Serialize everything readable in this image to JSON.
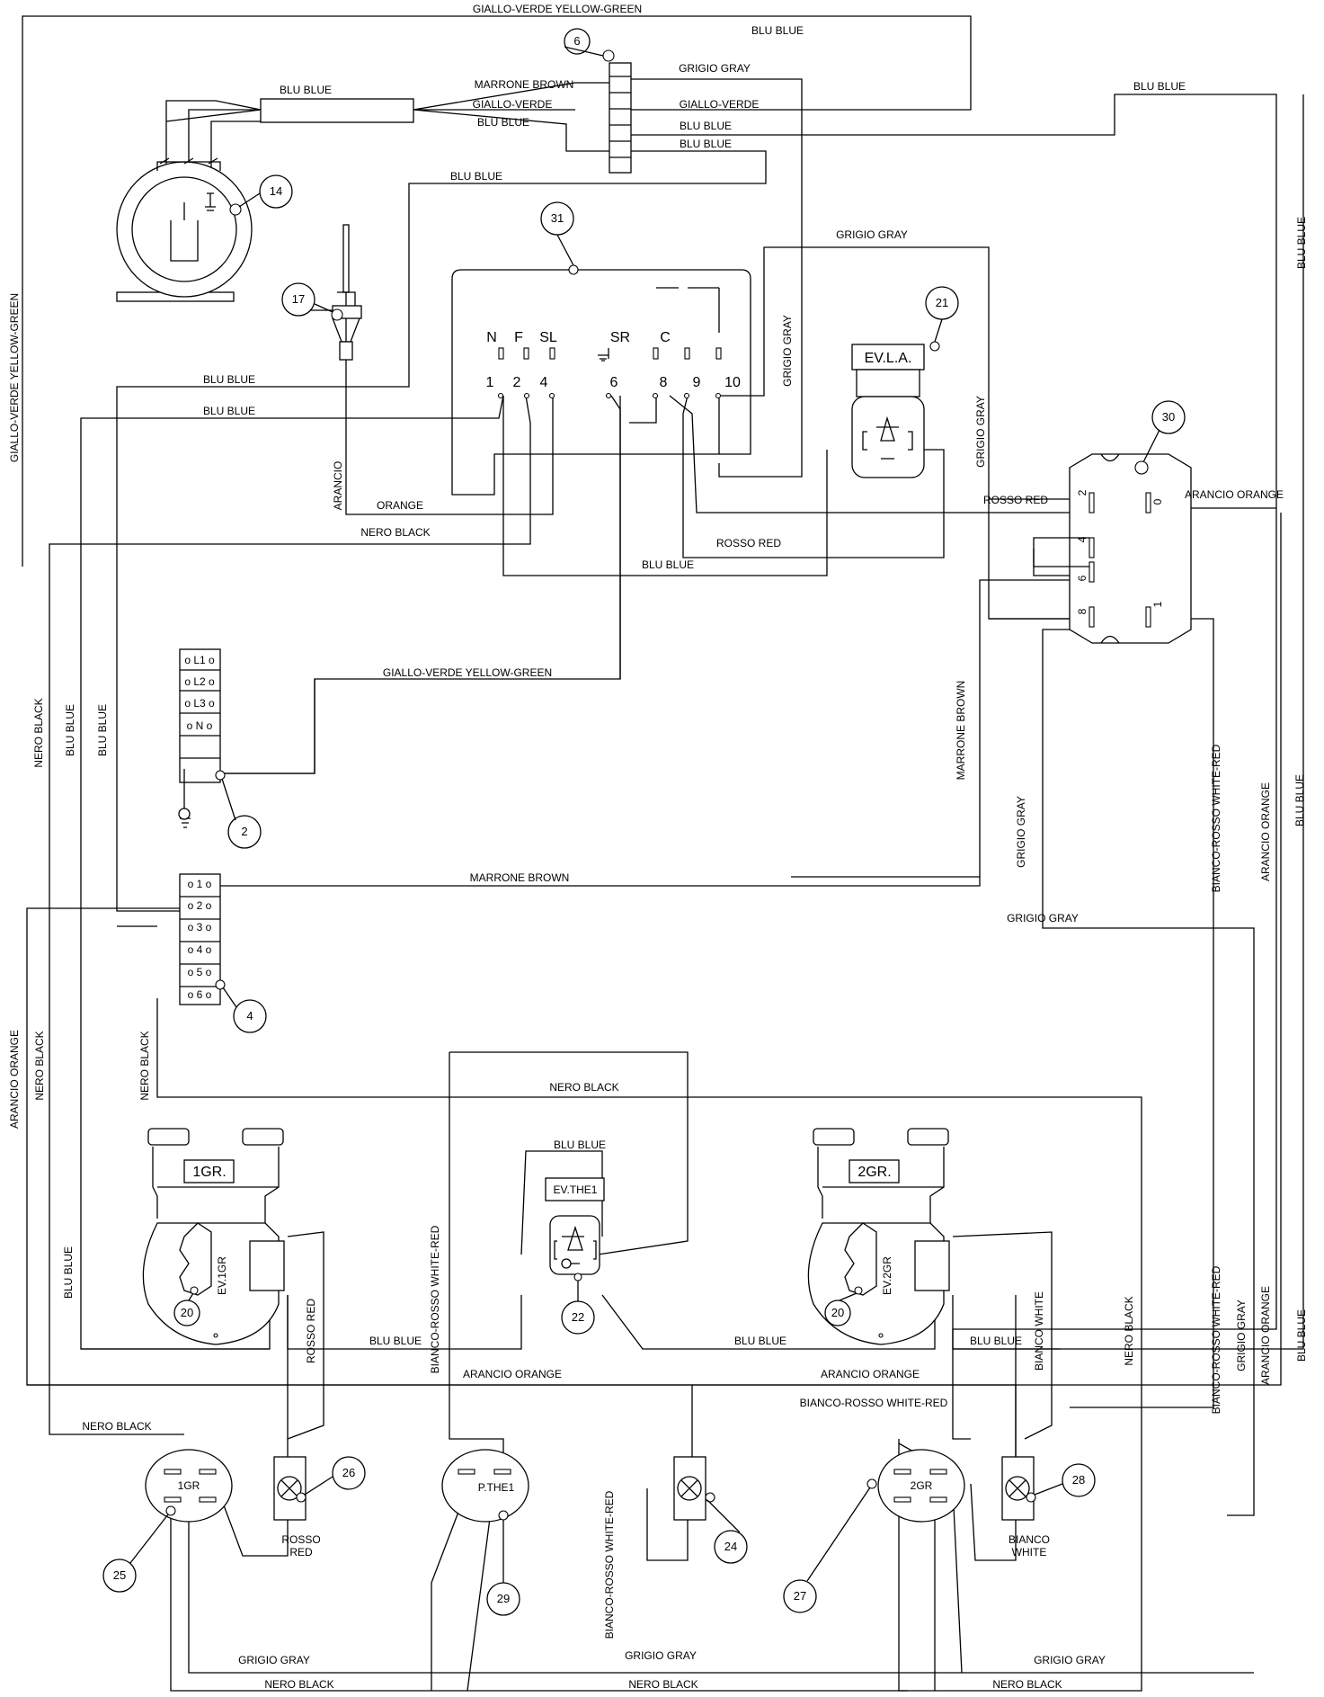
{
  "wire_labels": [
    {
      "id": "gv-top",
      "text": "GIALLO-VERDE YELLOW-GREEN"
    },
    {
      "id": "blu-top-right",
      "text": "BLU BLUE"
    },
    {
      "id": "blu-compressor",
      "text": "BLU BLUE"
    },
    {
      "id": "marrone-6",
      "text": "MARRONE BROWN"
    },
    {
      "id": "gv-6-left",
      "text": "GIALLO-VERDE"
    },
    {
      "id": "blu-6-left",
      "text": "BLU BLUE"
    },
    {
      "id": "grigio-6",
      "text": "GRIGIO GRAY"
    },
    {
      "id": "gv-6-right",
      "text": "GIALLO-VERDE"
    },
    {
      "id": "blu-6-right1",
      "text": "BLU BLUE"
    },
    {
      "id": "blu-6-right2",
      "text": "BLU BLUE"
    },
    {
      "id": "blu-far-right",
      "text": "BLU BLUE"
    },
    {
      "id": "blu-mid",
      "text": "BLU BLUE"
    },
    {
      "id": "grigio-top",
      "text": "GRIGIO GRAY"
    },
    {
      "id": "grigio-vert-31",
      "text": "GRIGIO GRAY"
    },
    {
      "id": "grigio-vert-21",
      "text": "GRIGIO GRAY"
    },
    {
      "id": "blu-right-vert-top",
      "text": "BLU BLUE"
    },
    {
      "id": "gv-left-vert",
      "text": "GIALLO-VERDE YELLOW-GREEN"
    },
    {
      "id": "blu-left1",
      "text": "BLU BLUE"
    },
    {
      "id": "blu-left2",
      "text": "BLU BLUE"
    },
    {
      "id": "arancio-17",
      "text": "ARANCIO"
    },
    {
      "id": "orange-17",
      "text": "ORANGE"
    },
    {
      "id": "nero-mid",
      "text": "NERO BLACK"
    },
    {
      "id": "rosso-30",
      "text": "ROSSO RED"
    },
    {
      "id": "arancio-30",
      "text": "ARANCIO ORANGE"
    },
    {
      "id": "rosso-21",
      "text": "ROSSO RED"
    },
    {
      "id": "blu-21",
      "text": "BLU BLUE"
    },
    {
      "id": "gv-2",
      "text": "GIALLO-VERDE YELLOW-GREEN"
    },
    {
      "id": "marrone-vert",
      "text": "MARRONE BROWN"
    },
    {
      "id": "nero-v1",
      "text": "NERO BLACK"
    },
    {
      "id": "blu-v2",
      "text": "BLU BLUE"
    },
    {
      "id": "blu-v3",
      "text": "BLU BLUE"
    },
    {
      "id": "grigio-v-30",
      "text": "GRIGIO GRAY"
    },
    {
      "id": "bianco-rosso-v",
      "text": "BIANCO-ROSSO WHITE-RED"
    },
    {
      "id": "arancio-v",
      "text": "ARANCIO ORANGE"
    },
    {
      "id": "blu-v-right",
      "text": "BLU BLUE"
    },
    {
      "id": "marrone-4",
      "text": "MARRONE BROWN"
    },
    {
      "id": "grigio-mid-right",
      "text": "GRIGIO GRAY"
    },
    {
      "id": "arancio-left-v",
      "text": "ARANCIO ORANGE"
    },
    {
      "id": "nero-left-v",
      "text": "NERO BLACK"
    },
    {
      "id": "nero-left-v2",
      "text": "NERO BLACK"
    },
    {
      "id": "nero-horiz",
      "text": "NERO BLACK"
    },
    {
      "id": "blu-the",
      "text": "BLU BLUE"
    },
    {
      "id": "bianco-rosso-the",
      "text": "BIANCO-ROSSO WHITE-RED"
    },
    {
      "id": "blu-left-low",
      "text": "BLU BLUE"
    },
    {
      "id": "rosso-1gr",
      "text": "ROSSO RED"
    },
    {
      "id": "bianco-2gr",
      "text": "BIANCO WHITE"
    },
    {
      "id": "nero-right-low",
      "text": "NERO BLACK"
    },
    {
      "id": "bianco-rosso-r2",
      "text": "BIANCO-ROSSO WHITE-RED"
    },
    {
      "id": "grigio-r2",
      "text": "GRIGIO GRAY"
    },
    {
      "id": "arancio-r2",
      "text": "ARANCIO ORANGE"
    },
    {
      "id": "blu-r2",
      "text": "BLU BLUE"
    },
    {
      "id": "blu-bottom1",
      "text": "BLU BLUE"
    },
    {
      "id": "blu-bottom2",
      "text": "BLU BLUE"
    },
    {
      "id": "blu-bottom3",
      "text": "BLU BLUE"
    },
    {
      "id": "arancio-bottom1",
      "text": "ARANCIO ORANGE"
    },
    {
      "id": "arancio-bottom2",
      "text": "ARANCIO ORANGE"
    },
    {
      "id": "bianco-rosso-bottom",
      "text": "BIANCO-ROSSO WHITE-RED"
    },
    {
      "id": "nero-1gr",
      "text": "NERO BLACK"
    },
    {
      "id": "bianco-rosso-24",
      "text": "BIANCO-ROSSO WHITE-RED"
    },
    {
      "id": "rosso-red-26a",
      "text": "ROSSO"
    },
    {
      "id": "rosso-red-26b",
      "text": "RED"
    },
    {
      "id": "bianco-28a",
      "text": "BIANCO"
    },
    {
      "id": "bianco-28b",
      "text": "WHITE"
    },
    {
      "id": "grigio-b1",
      "text": "GRIGIO GRAY"
    },
    {
      "id": "grigio-b2",
      "text": "GRIGIO GRAY"
    },
    {
      "id": "grigio-b3",
      "text": "GRIGIO GRAY"
    },
    {
      "id": "nero-b1",
      "text": "NERO BLACK"
    },
    {
      "id": "nero-b2",
      "text": "NERO BLACK"
    },
    {
      "id": "nero-b3",
      "text": "NERO BLACK"
    }
  ],
  "callouts": [
    "2",
    "4",
    "6",
    "14",
    "17",
    "20",
    "20",
    "21",
    "22",
    "24",
    "25",
    "26",
    "27",
    "28",
    "29",
    "30",
    "31"
  ],
  "controller": {
    "terminals": [
      "N",
      "F",
      "SL",
      "SR",
      "C"
    ],
    "numbers": [
      "1",
      "2",
      "4",
      "6",
      "8",
      "9",
      "10"
    ]
  },
  "terminal_block_main": [
    "L1",
    "L2",
    "L3",
    "N"
  ],
  "terminal_block_aux": [
    "1",
    "2",
    "3",
    "4",
    "5",
    "6"
  ],
  "relay_pins": [
    "2",
    "0",
    "4",
    "6",
    "8",
    "1"
  ],
  "component_labels": {
    "ev_la": "EV.L.A.",
    "gr1": "1GR.",
    "gr2": "2GR.",
    "ev1gr": "EV.1GR",
    "ev2gr": "EV.2GR",
    "ev_the1": "EV.THE1",
    "p_the1": "P.THE1",
    "sw_1gr": "1GR",
    "sw_2gr": "2GR"
  }
}
